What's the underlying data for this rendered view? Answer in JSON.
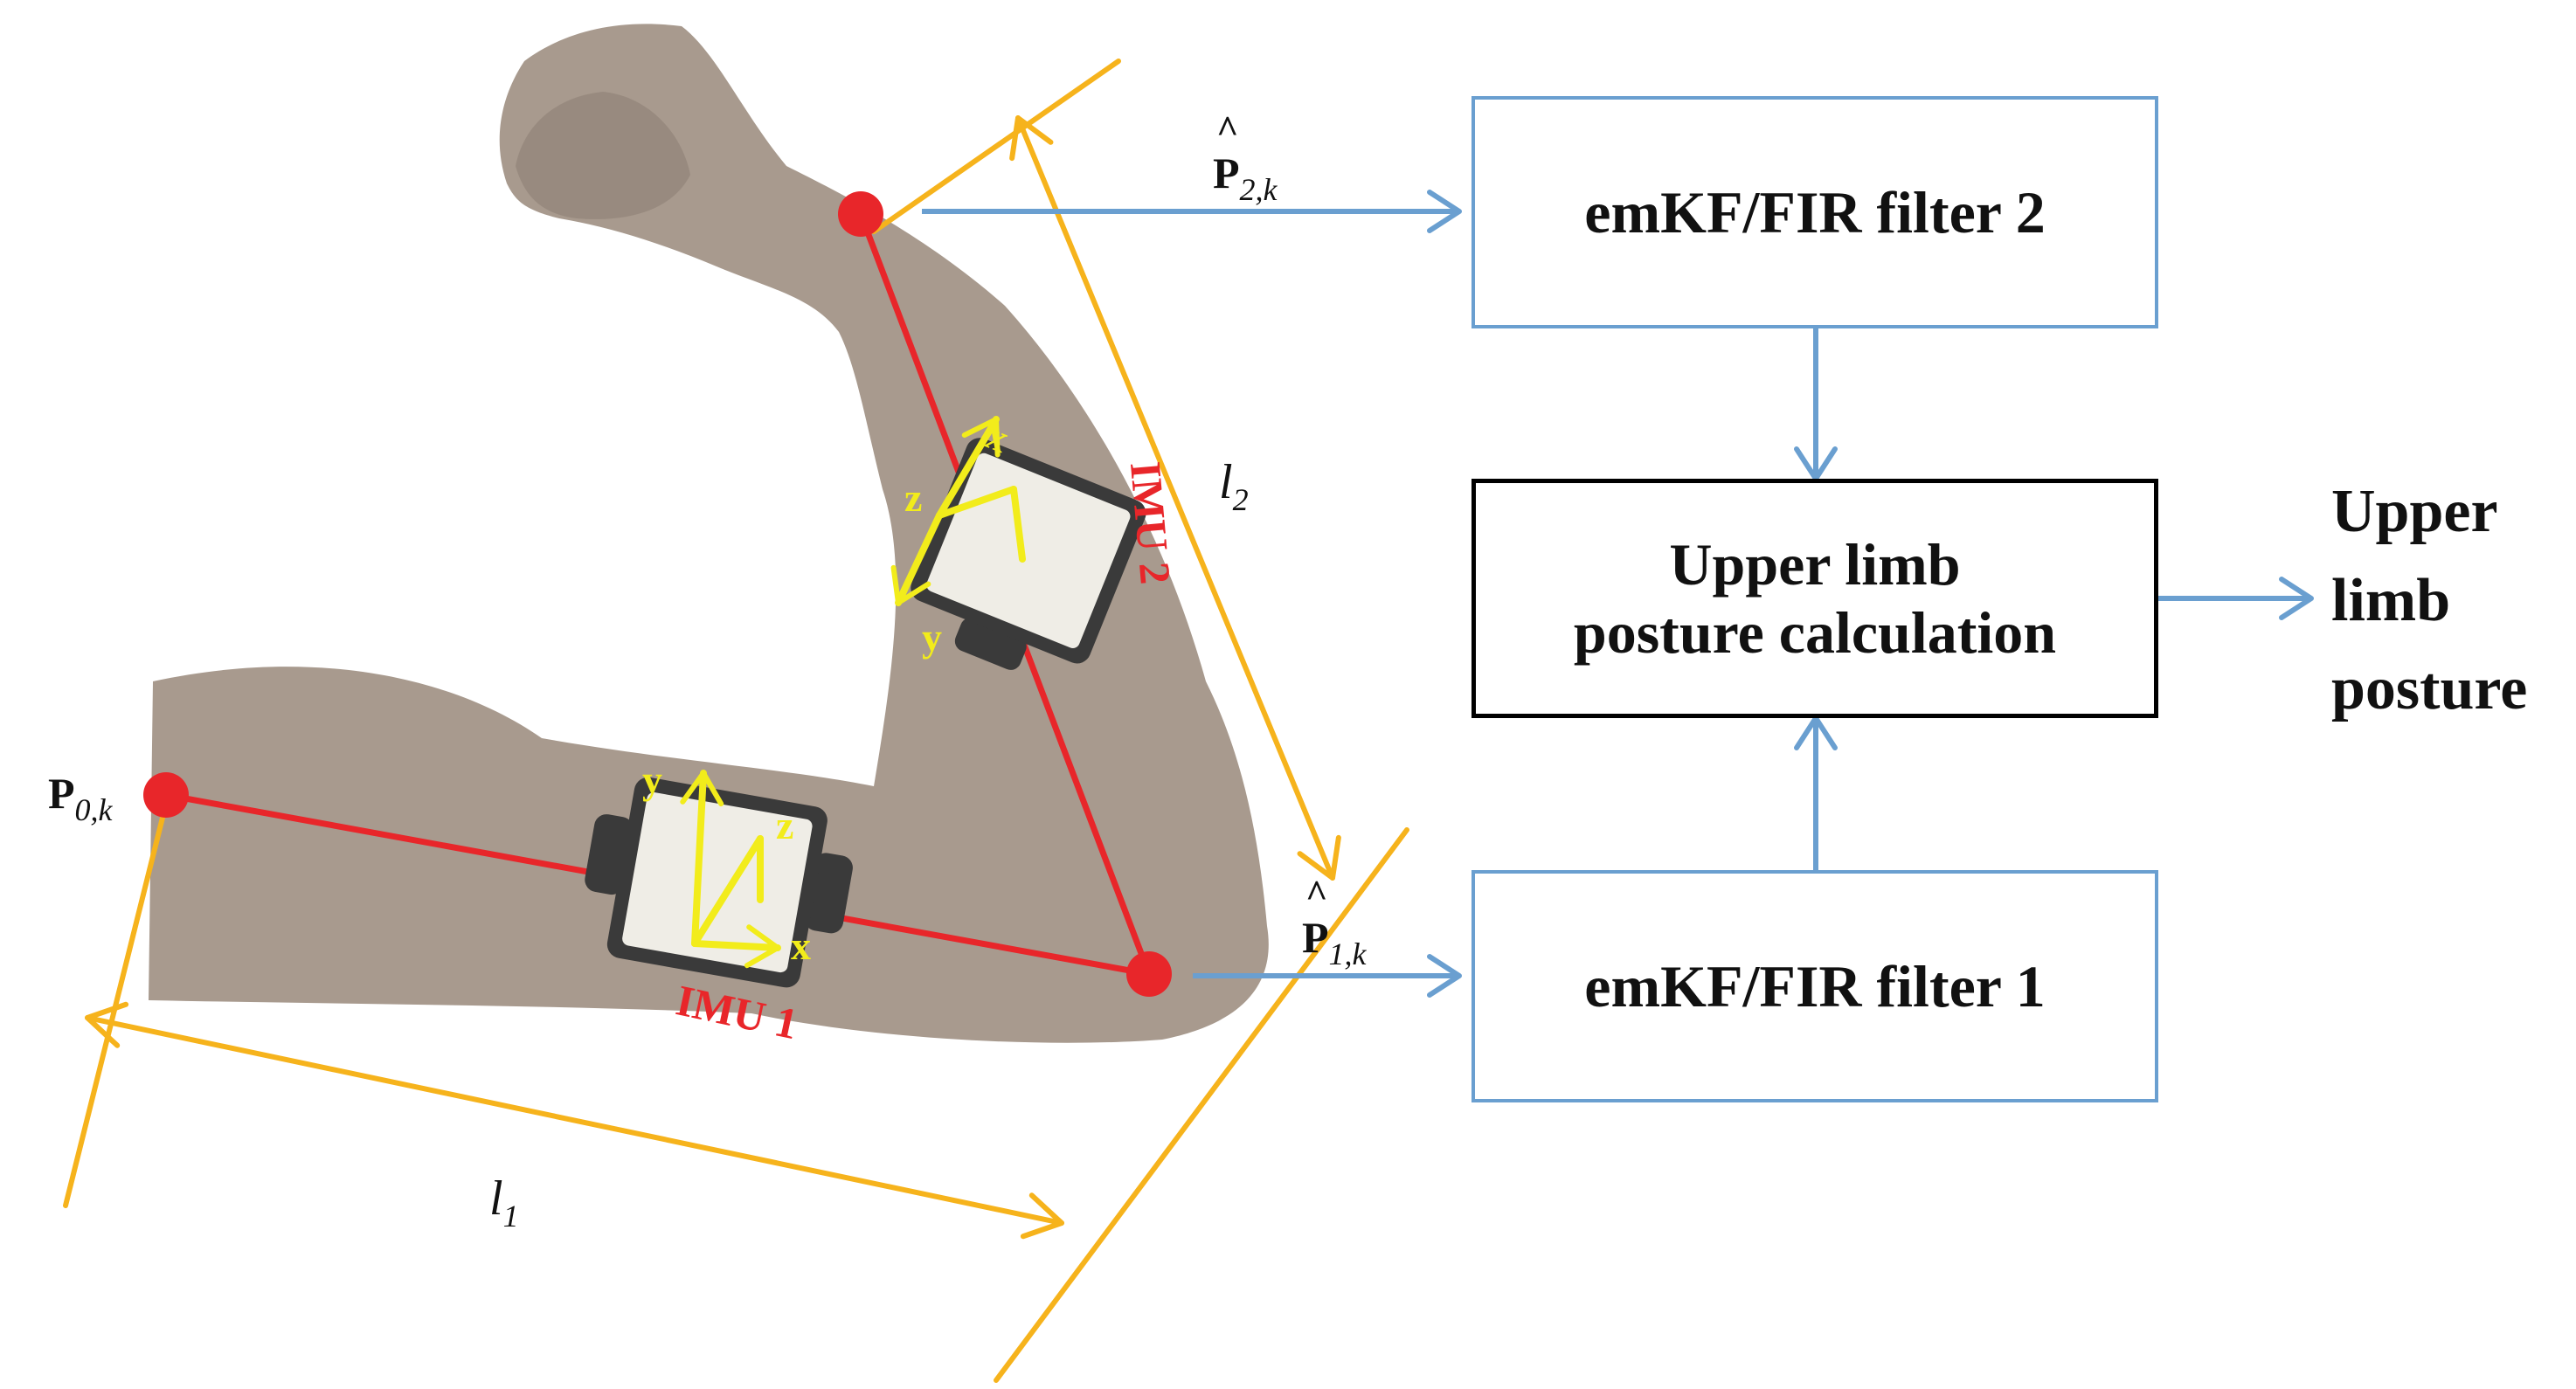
{
  "colors": {
    "skin": "#a89a8e",
    "skin_shadow": "#8e8075",
    "segment": "#e8262a",
    "dimension": "#f6b31c",
    "axes": "#f2ec1b",
    "flow": "#6a9fd0",
    "imu_case": "#3a3a3a",
    "imu_face": "#efede6"
  },
  "arm": {
    "p0_label": {
      "base": "P",
      "sub": "0,k"
    },
    "p1_label": {
      "base": "P",
      "sub": "1,k"
    },
    "p2_label": {
      "base": "P",
      "sub": "2,k"
    },
    "l1_label": {
      "base": "l",
      "sub": "1"
    },
    "l2_label": {
      "base": "l",
      "sub": "2"
    },
    "imu1": {
      "label": "IMU 1",
      "x": "x",
      "y": "y",
      "z": "z"
    },
    "imu2": {
      "label": "IMU 2",
      "x": "x",
      "y": "y",
      "z": "z"
    }
  },
  "blocks": {
    "filter2": "emKF/FIR filter 2",
    "filter1": "emKF/FIR filter 1",
    "calc_line1": "Upper limb",
    "calc_line2": "posture calculation"
  },
  "output": {
    "line1": "Upper",
    "line2": "limb",
    "line3": "posture"
  }
}
